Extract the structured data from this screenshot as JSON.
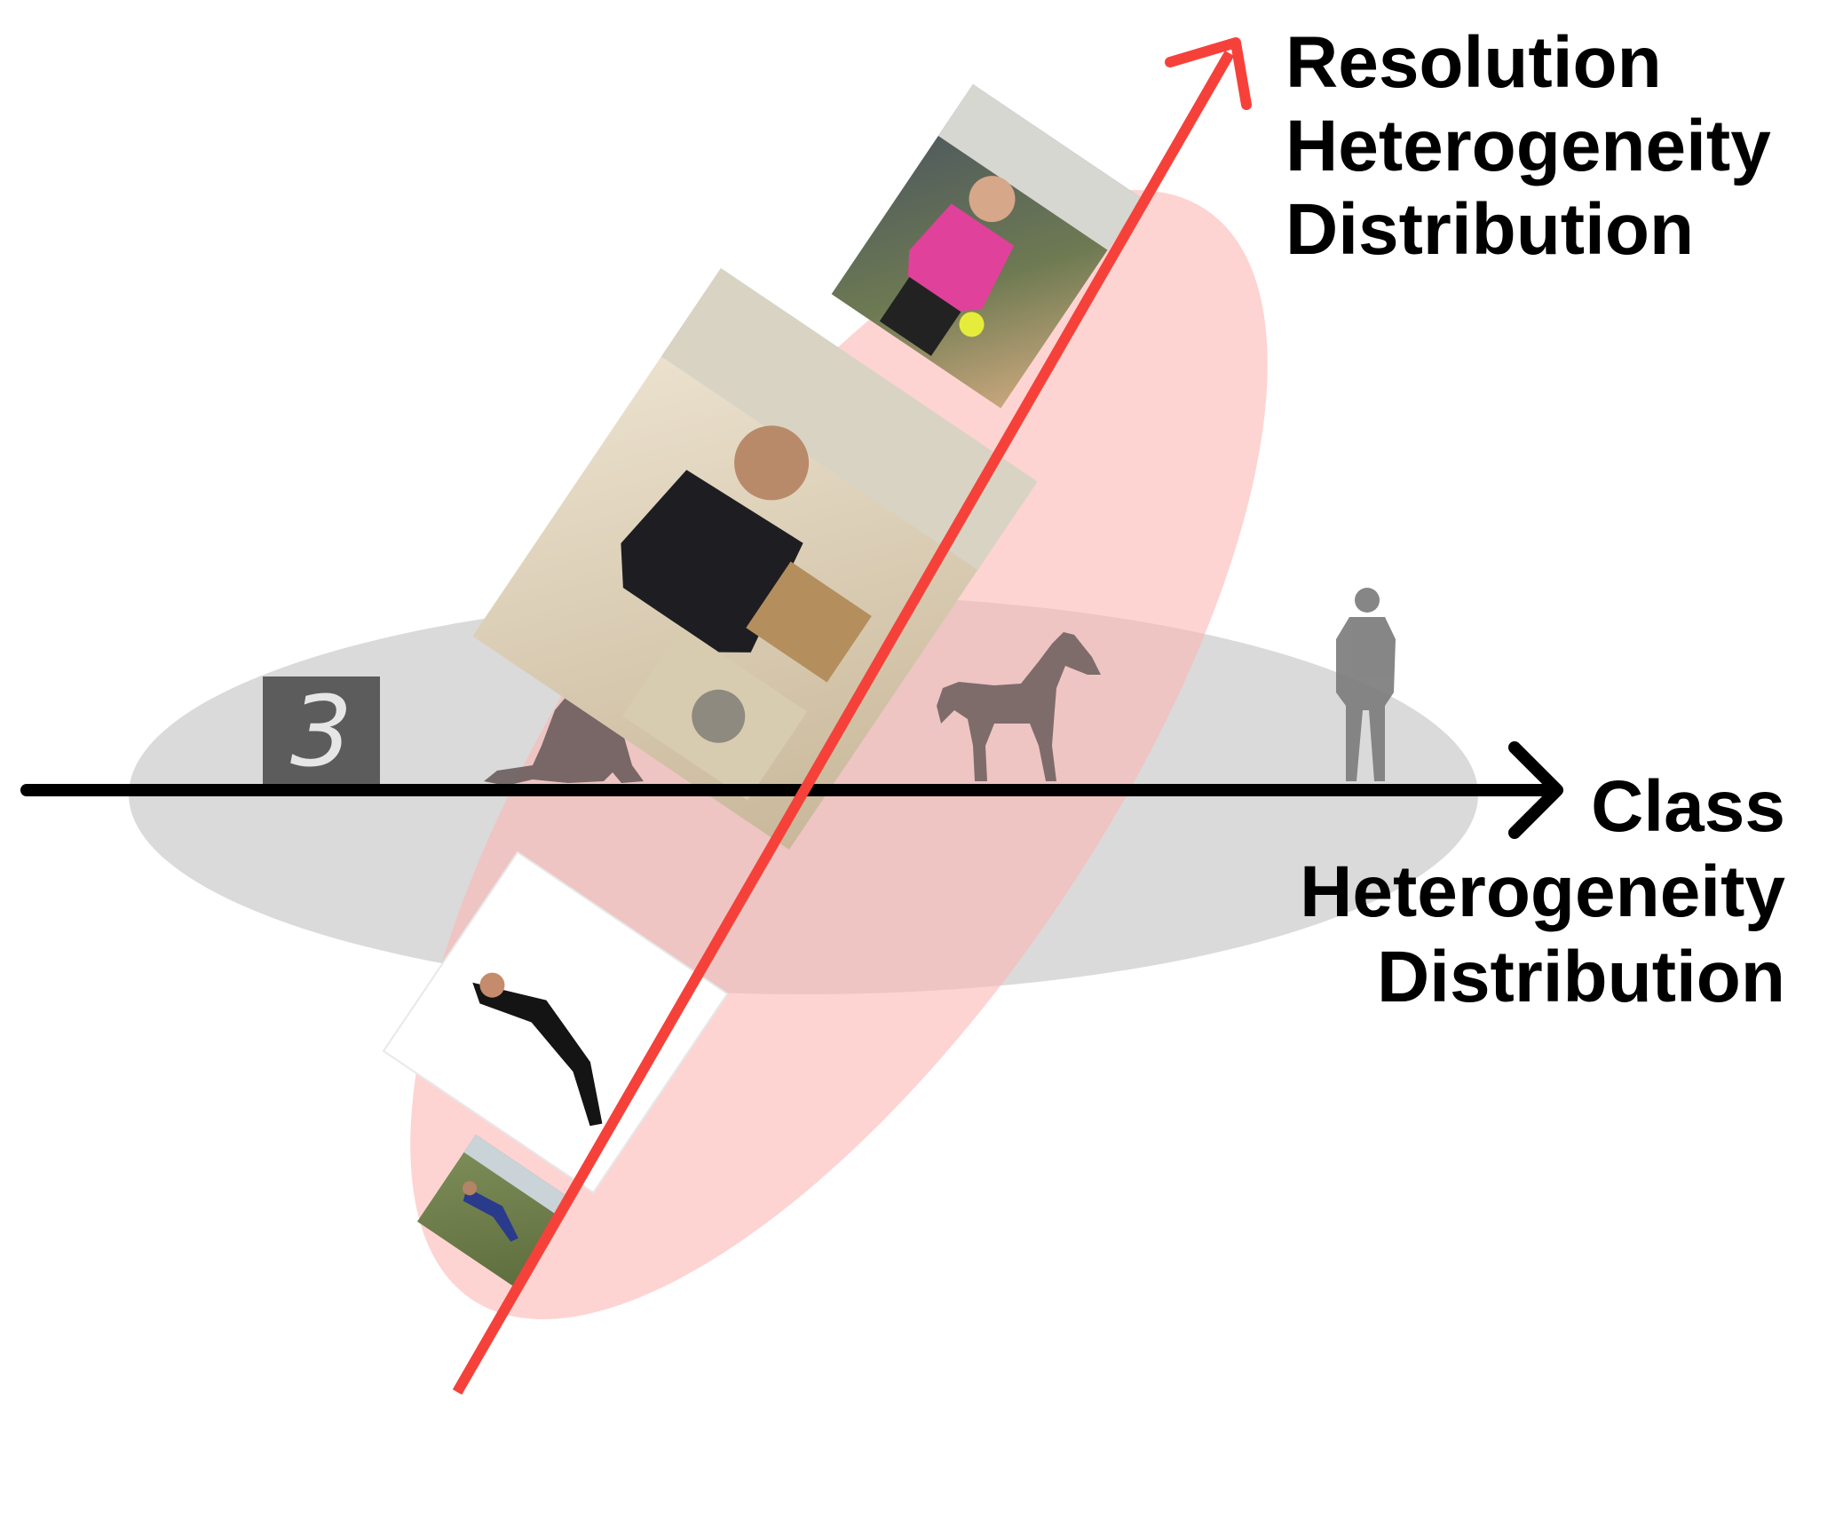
{
  "axes": {
    "resolution": {
      "line1": "Resolution",
      "line2": "Heterogeneity",
      "line3": "Distribution"
    },
    "class": {
      "line1": "Class",
      "line2": "Heterogeneity",
      "line3": "Distribution"
    }
  },
  "class_items": [
    {
      "icon": "digit-three-icon",
      "glyph": "3"
    },
    {
      "icon": "dog-silhouette-icon"
    },
    {
      "icon": "horse-silhouette-icon"
    },
    {
      "icon": "person-silhouette-icon"
    }
  ],
  "resolution_items": [
    {
      "icon": "photo-softball-player"
    },
    {
      "icon": "photo-woodworker"
    },
    {
      "icon": "photo-yoga-pose"
    },
    {
      "icon": "photo-person-on-grass"
    }
  ],
  "colors": {
    "resolution_accent": "#f6413a",
    "resolution_ellipse": "#fcc7c5",
    "class_ellipse": "#d6d6d6",
    "axis_black": "#000000",
    "silhouette": "#6a5c5c"
  }
}
